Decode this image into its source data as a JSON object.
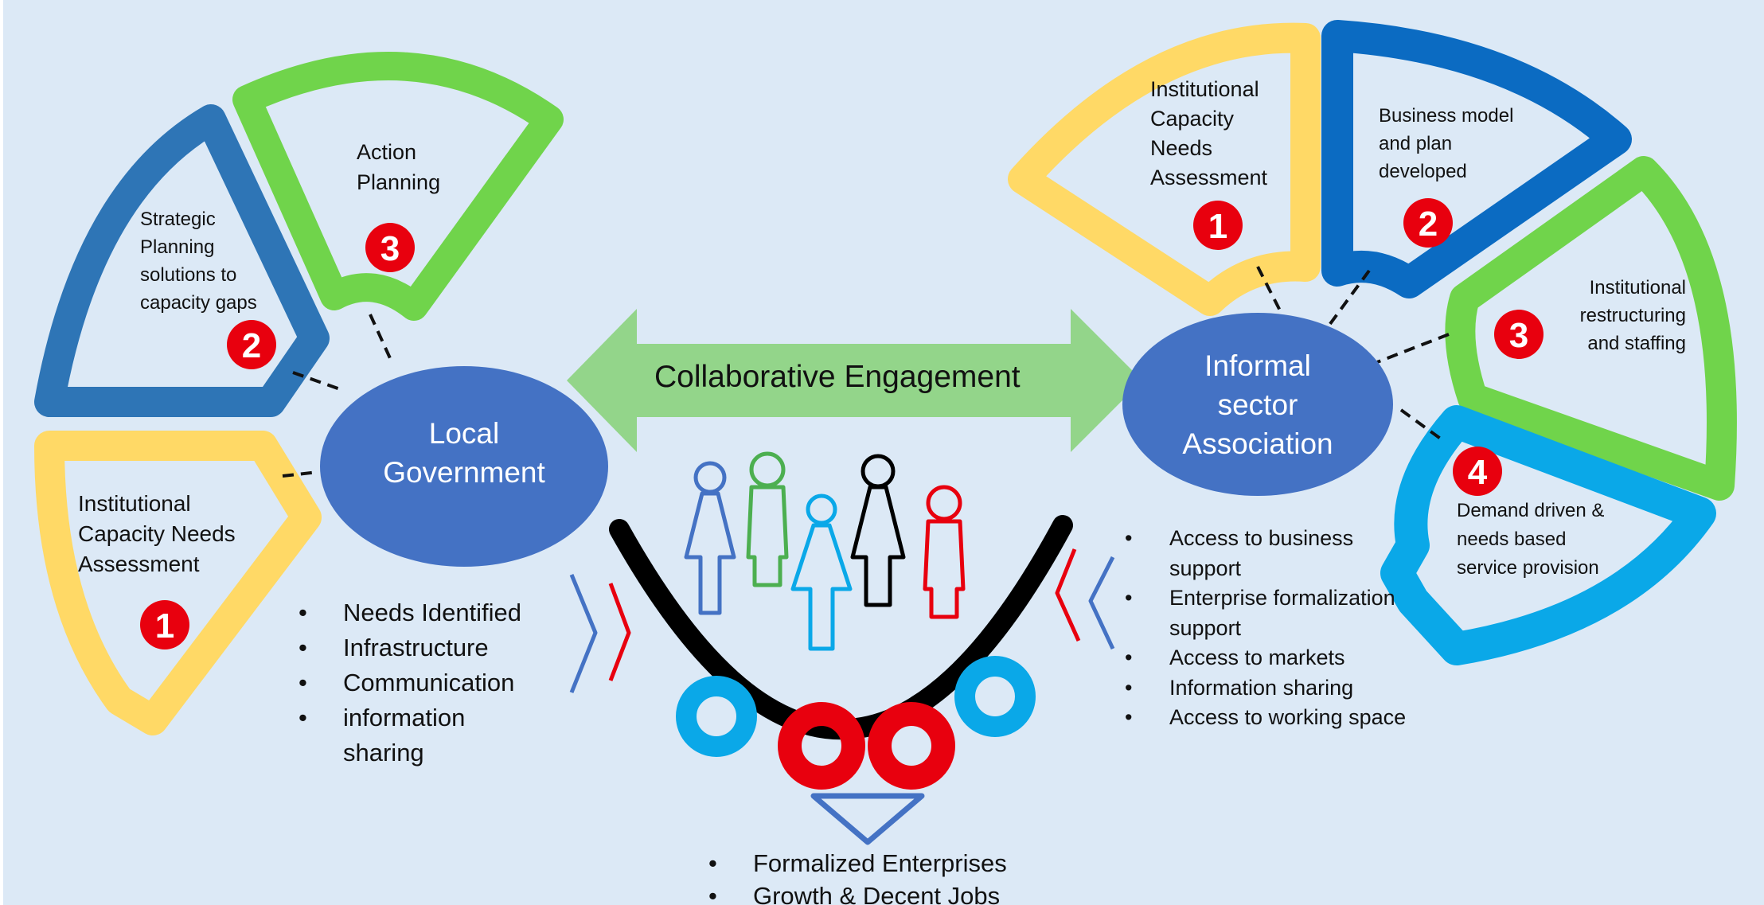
{
  "center": {
    "banner": "Collaborative Engagement",
    "local_government": "Local Government",
    "informal_association": "Informal sector Association"
  },
  "local_government_cycle": [
    {
      "number": "1",
      "label": "Institutional Capacity Needs Assessment",
      "color": "#ffd966"
    },
    {
      "number": "2",
      "label": "Strategic Planning solutions to capacity gaps",
      "color": "#2e75b6"
    },
    {
      "number": "3",
      "label": "Action Planning",
      "color": "#70d44b"
    }
  ],
  "informal_sector_cycle": [
    {
      "number": "1",
      "label": "Institutional Capacity Needs Assessment",
      "color": "#ffd966"
    },
    {
      "number": "2",
      "label": "Business model and plan developed",
      "color": "#0b6bc2"
    },
    {
      "number": "3",
      "label": "Institutional restructuring and staffing",
      "color": "#70d44b"
    },
    {
      "number": "4",
      "label": "Demand driven & needs based service provision",
      "color": "#0aa8e8"
    }
  ],
  "government_needs": [
    "Needs Identified",
    "Infrastructure",
    "Communication",
    "information sharing"
  ],
  "informal_sector_needs": [
    "Access to business support",
    "Enterprise formalization support",
    "Access to markets",
    "Information sharing",
    "Access to working space"
  ],
  "outcomes": [
    "Formalized Enterprises",
    "Growth & Decent Jobs"
  ],
  "colors": {
    "background": "#dce9f6",
    "ellipse": "#4472c4",
    "arrow": "#93d58a",
    "badge": "#e8000e",
    "arc": "#000000"
  }
}
